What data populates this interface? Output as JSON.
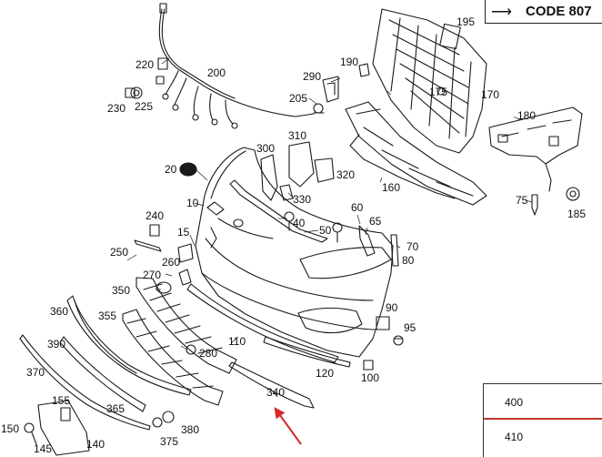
{
  "code_label": "CODE 807",
  "callouts": {
    "c10": "10",
    "c15": "15",
    "c20": "20",
    "c40": "40",
    "c50": "50",
    "c60": "60",
    "c65": "65",
    "c70": "70",
    "c75": "75",
    "c80": "80",
    "c90": "90",
    "c95": "95",
    "c100": "100",
    "c110": "110",
    "c120": "120",
    "c140": "140",
    "c145": "145",
    "c150": "150",
    "c155": "155",
    "c160": "160",
    "c170": "170",
    "c175": "175",
    "c180": "180",
    "c185": "185",
    "c190": "190",
    "c195": "195",
    "c200": "200",
    "c205": "205",
    "c220": "220",
    "c225": "225",
    "c230": "230",
    "c240": "240",
    "c250": "250",
    "c260": "260",
    "c270": "270",
    "c280": "280",
    "c290": "290",
    "c300": "300",
    "c310": "310",
    "c320": "320",
    "c330": "330",
    "c340": "340",
    "c350": "350",
    "c355": "355",
    "c360": "360",
    "c365": "365",
    "c370": "370",
    "c375": "375",
    "c380": "380",
    "c390": "390",
    "c400": "400",
    "c410": "410"
  },
  "colors": {
    "line": "#1a1a1a",
    "highlight_arrow": "#d62a2a",
    "inset_divider": "#c0392b"
  }
}
